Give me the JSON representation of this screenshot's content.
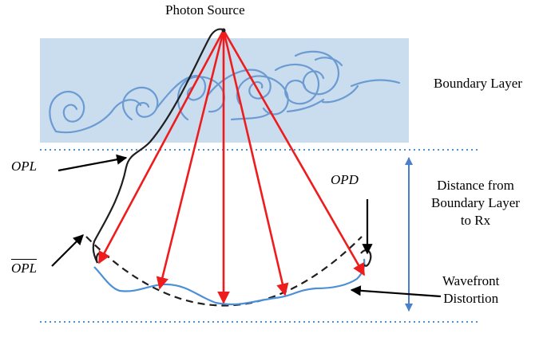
{
  "labels": {
    "title": "Photon Source",
    "boundary_layer": "Boundary Layer",
    "distance": [
      "Distance from",
      "Boundary Layer",
      "to Rx"
    ],
    "wavefront": [
      "Wavefront",
      "Distortion"
    ],
    "opl": "OPL",
    "opl_bar": "OPL",
    "opd": "OPD"
  },
  "colors": {
    "boundary_fill": "#c9ddef",
    "turbulence": "#6c9bd2",
    "rays": "#ee1c1c",
    "wavefront": "#4a8fd8",
    "reference": "#1f1f1f",
    "dotted_lines": "#4a90d9",
    "distance_arrow": "#4a7fd0"
  },
  "icons": {
    "photon_source": "point-source",
    "rays": "arrow-down",
    "pointer": "arrow"
  }
}
